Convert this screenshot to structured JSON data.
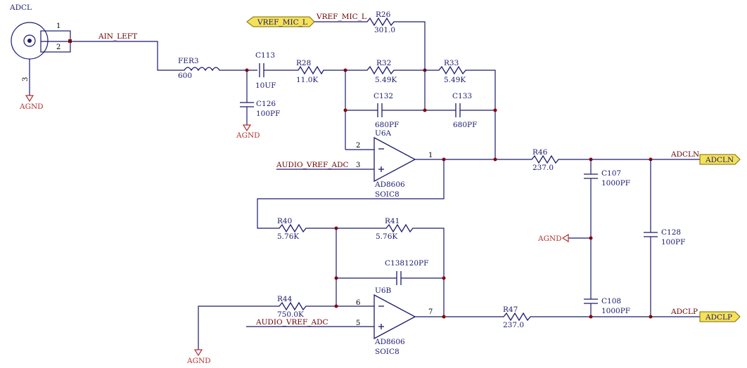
{
  "connector": {
    "ref": "ADCL",
    "pin1": "1",
    "pin2": "2",
    "pin3": "3"
  },
  "nets": {
    "ain_left": "AIN_LEFT",
    "audio_vref_adc": "AUDIO_VREF_ADC",
    "adcln": "ADCLN",
    "adclp": "ADCLP"
  },
  "ports": {
    "vref_mic_l": "VREF_MIC_L",
    "vref_mic_l_net": "VREF_MIC_L",
    "adcln": "ADCLN",
    "adclp": "ADCLP"
  },
  "power": {
    "agnd": "AGND"
  },
  "components": {
    "fer3": {
      "ref": "FER3",
      "value": "600"
    },
    "c113": {
      "ref": "C113",
      "value": "10UF"
    },
    "c126": {
      "ref": "C126",
      "value": "100PF"
    },
    "r28": {
      "ref": "R28",
      "value": "11.0K"
    },
    "r26": {
      "ref": "R26",
      "value": "301.0"
    },
    "r32": {
      "ref": "R32",
      "value": "5.49K"
    },
    "r33": {
      "ref": "R33",
      "value": "5.49K"
    },
    "c132": {
      "ref": "C132",
      "value": "680PF"
    },
    "c133": {
      "ref": "C133",
      "value": "680PF"
    },
    "u6a": {
      "ref": "U6A",
      "part": "AD8606",
      "package": "SOIC8",
      "pin_minus": "2",
      "pin_plus": "3",
      "pin_out": "1"
    },
    "r46": {
      "ref": "R46",
      "value": "237.0"
    },
    "c107": {
      "ref": "C107",
      "value": "1000PF"
    },
    "c128": {
      "ref": "C128",
      "value": "100PF"
    },
    "r40": {
      "ref": "R40",
      "value": "5.76K"
    },
    "r41": {
      "ref": "R41",
      "value": "5.76K"
    },
    "c138": {
      "ref": "C138",
      "value": "120PF"
    },
    "r44": {
      "ref": "R44",
      "value": "750.0K"
    },
    "u6b": {
      "ref": "U6B",
      "part": "AD8606",
      "package": "SOIC8",
      "pin_minus": "6",
      "pin_plus": "5",
      "pin_out": "7"
    },
    "r47": {
      "ref": "R47",
      "value": "237.0"
    },
    "c108": {
      "ref": "C108",
      "value": "1000PF"
    }
  }
}
